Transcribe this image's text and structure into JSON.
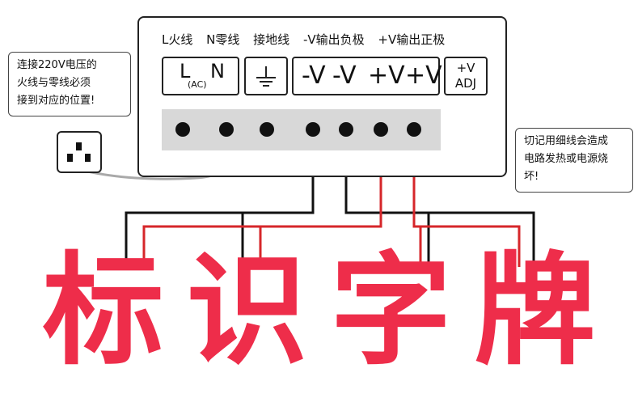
{
  "header": {
    "labels": [
      "L火线",
      "N零线",
      "接地线",
      "-V输出负极",
      "+V输出正极"
    ]
  },
  "terminals": {
    "L": "L",
    "N": "N",
    "ac": "(AC)",
    "neg1": "-V",
    "neg2": "-V",
    "pos1": "+V",
    "pos2": "+V",
    "adj_top": "+V",
    "adj_bottom": "ADJ"
  },
  "callouts": {
    "left": [
      "连接220V电压的",
      "火线与零线必须",
      "接到对应的位置!"
    ],
    "right": [
      "切记用细线会造成",
      "电路发热或电源烧",
      "坏!"
    ]
  },
  "sign": {
    "chars": [
      "标",
      "识",
      "字",
      "牌"
    ]
  },
  "colors": {
    "positive_wire": "#d6262a",
    "negative_wire": "#111111",
    "ac_wire": "#a9a9a9",
    "sign_text": "#ee2d4a",
    "strip": "#d8d8d8"
  }
}
